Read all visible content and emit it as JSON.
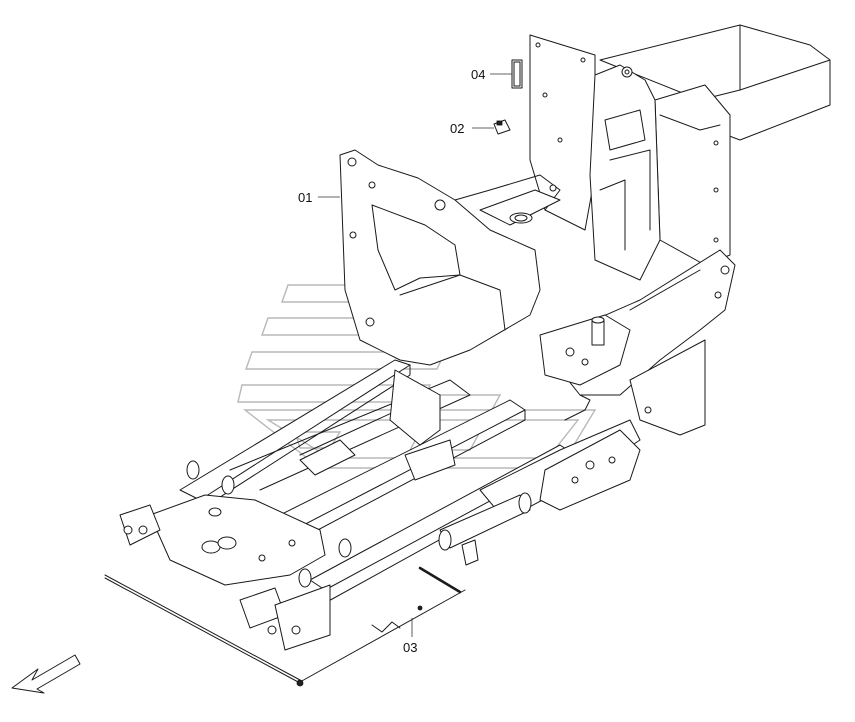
{
  "callouts": [
    {
      "id": "01",
      "label": "01"
    },
    {
      "id": "02",
      "label": "02"
    },
    {
      "id": "03",
      "label": "03"
    },
    {
      "id": "04",
      "label": "04"
    }
  ],
  "direction_arrow": {
    "icon": "direction-arrow-icon"
  },
  "watermark": {
    "icon": "brand-watermark-icon"
  }
}
